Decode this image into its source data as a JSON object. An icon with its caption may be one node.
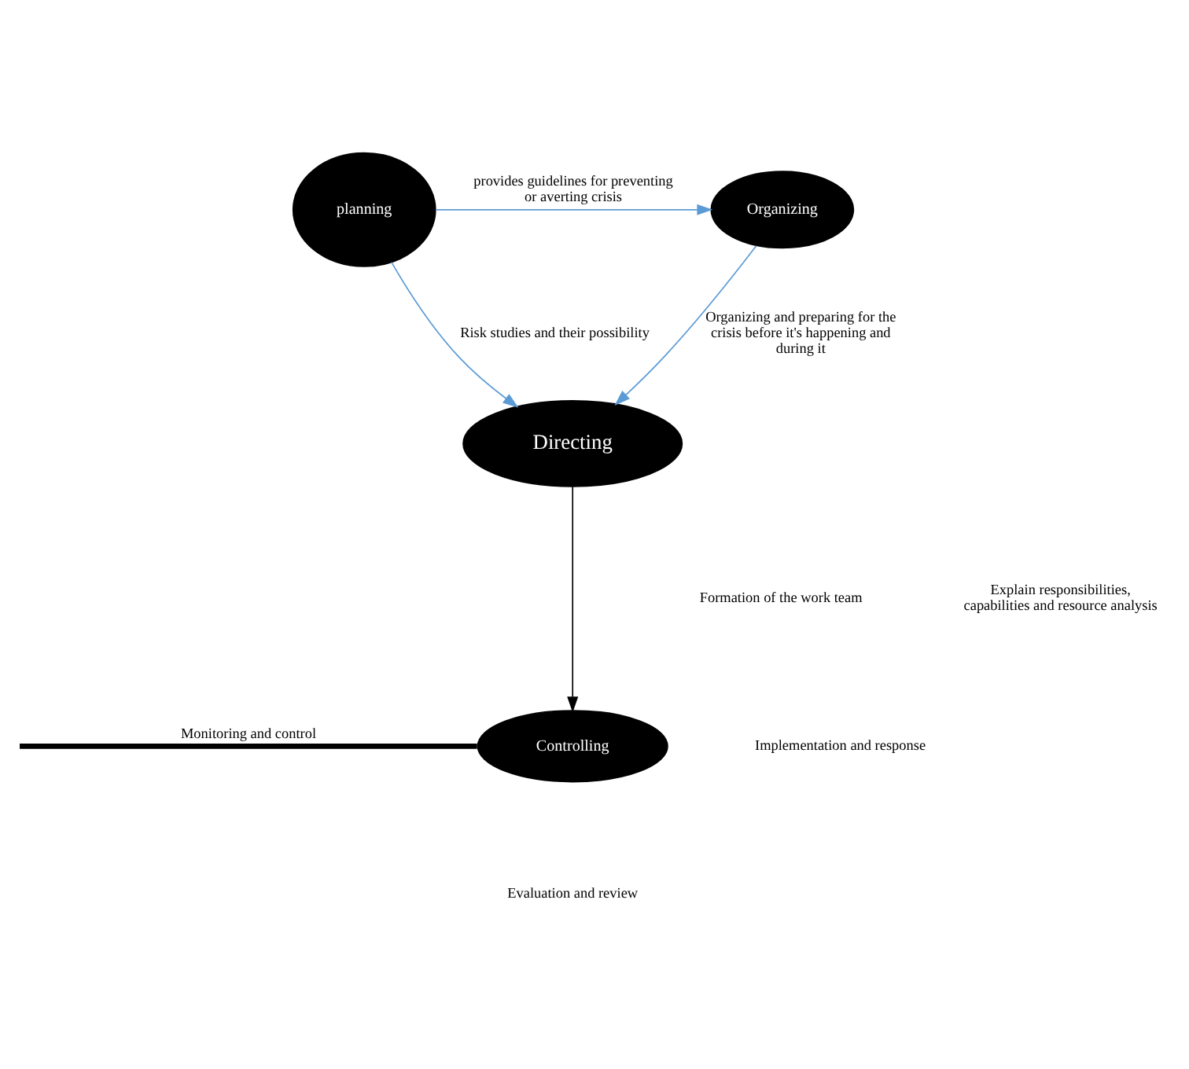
{
  "diagram": {
    "nodes": [
      {
        "text": [
          "planning"
        ]
      },
      {
        "text": [
          "Organizing"
        ]
      },
      {
        "text": [
          "Directing"
        ]
      },
      {
        "text": [
          "Controlling"
        ]
      }
    ],
    "edges": [
      {
        "from": 0,
        "to": 1,
        "arrow": "to",
        "label": "provides guidelines for preventing or averting crisis"
      },
      {
        "from": 0,
        "to": 2,
        "arrow": "to",
        "label": "Risk studies and their possibility"
      },
      {
        "from": 1,
        "to": 2,
        "arrow": "to",
        "label": "Organizing and preparing for the crisis before it's happening and during it"
      },
      {
        "from": 2,
        "to": 3,
        "arrow": "to",
        "color": "#000000"
      },
      {
        "from": null,
        "to": 3,
        "arrow": "none",
        "style": "thick",
        "color": "#000000",
        "label": "Monitoring and control"
      }
    ],
    "labels": [
      "Formation of the work team",
      "Explain responsibilities, capabilities and resource analysis",
      "Implementation and response",
      "Evaluation and review"
    ]
  }
}
